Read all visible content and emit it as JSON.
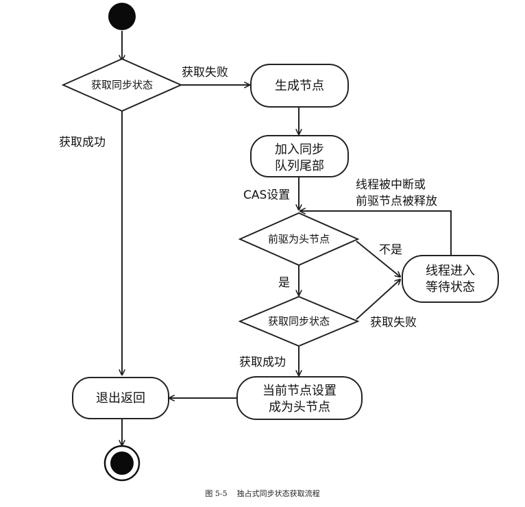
{
  "nodes": {
    "start": {},
    "decision_acquire_top": {
      "label": "获取同步状态"
    },
    "create_node": {
      "label": "生成节点"
    },
    "enqueue_tail": {
      "line1": "加入同步",
      "line2": "队列尾部"
    },
    "decision_pred_head": {
      "label": "前驱为头节点"
    },
    "wait_state": {
      "line1": "线程进入",
      "line2": "等待状态"
    },
    "decision_acquire_loop": {
      "label": "获取同步状态"
    },
    "set_head": {
      "line1": "当前节点设置",
      "line2": "成为头节点"
    },
    "exit_return": {
      "label": "退出返回"
    },
    "end": {}
  },
  "edges": {
    "acquire_fail_top": "获取失败",
    "acquire_success_left": "获取成功",
    "cas_set": "CAS设置",
    "interrupt_line1": "线程被中断或",
    "interrupt_line2": "前驱节点被释放",
    "not_yes": "不是",
    "yes": "是",
    "acquire_fail_loop": "获取失败",
    "acquire_success_bottom": "获取成功"
  },
  "caption": "图 5-5    独占式同步状态获取流程"
}
